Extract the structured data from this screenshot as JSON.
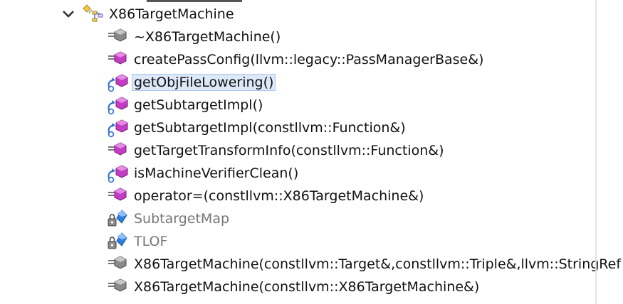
{
  "tree": {
    "class_node": {
      "label": "X86TargetMachine",
      "icon": "class-icon",
      "expanded": true
    },
    "members": [
      {
        "label": "~X86TargetMachine()",
        "icon": "public-method-gray-icon"
      },
      {
        "label": "createPassConfig(llvm::legacy::PassManagerBase&)",
        "icon": "public-method-icon"
      },
      {
        "label": "getObjFileLowering()",
        "icon": "override-method-icon",
        "selected": true
      },
      {
        "label": "getSubtargetImpl()",
        "icon": "override-method-icon"
      },
      {
        "label": "getSubtargetImpl(constllvm::Function&)",
        "icon": "override-method-icon"
      },
      {
        "label": "getTargetTransformInfo(constllvm::Function&)",
        "icon": "public-method-icon"
      },
      {
        "label": "isMachineVerifierClean()",
        "icon": "override-method-icon"
      },
      {
        "label": "operator=(constllvm::X86TargetMachine&)",
        "icon": "public-method-icon"
      },
      {
        "label": "SubtargetMap",
        "icon": "private-field-icon"
      },
      {
        "label": "TLOF",
        "icon": "private-field-icon"
      },
      {
        "label": "X86TargetMachine(constllvm::Target&,constllvm::Triple&,llvm::StringRef",
        "icon": "public-method-gray-icon"
      },
      {
        "label": "X86TargetMachine(constllvm::X86TargetMachine&)",
        "icon": "public-method-gray-icon"
      }
    ]
  },
  "colors": {
    "selection_bg": "#dde8f8",
    "selection_border": "#aac4ee",
    "method_purple": "#c33cc3",
    "method_gray": "#8a8a8a",
    "field_blue": "#2f7fe0",
    "override_blue": "#2f6fd0"
  }
}
